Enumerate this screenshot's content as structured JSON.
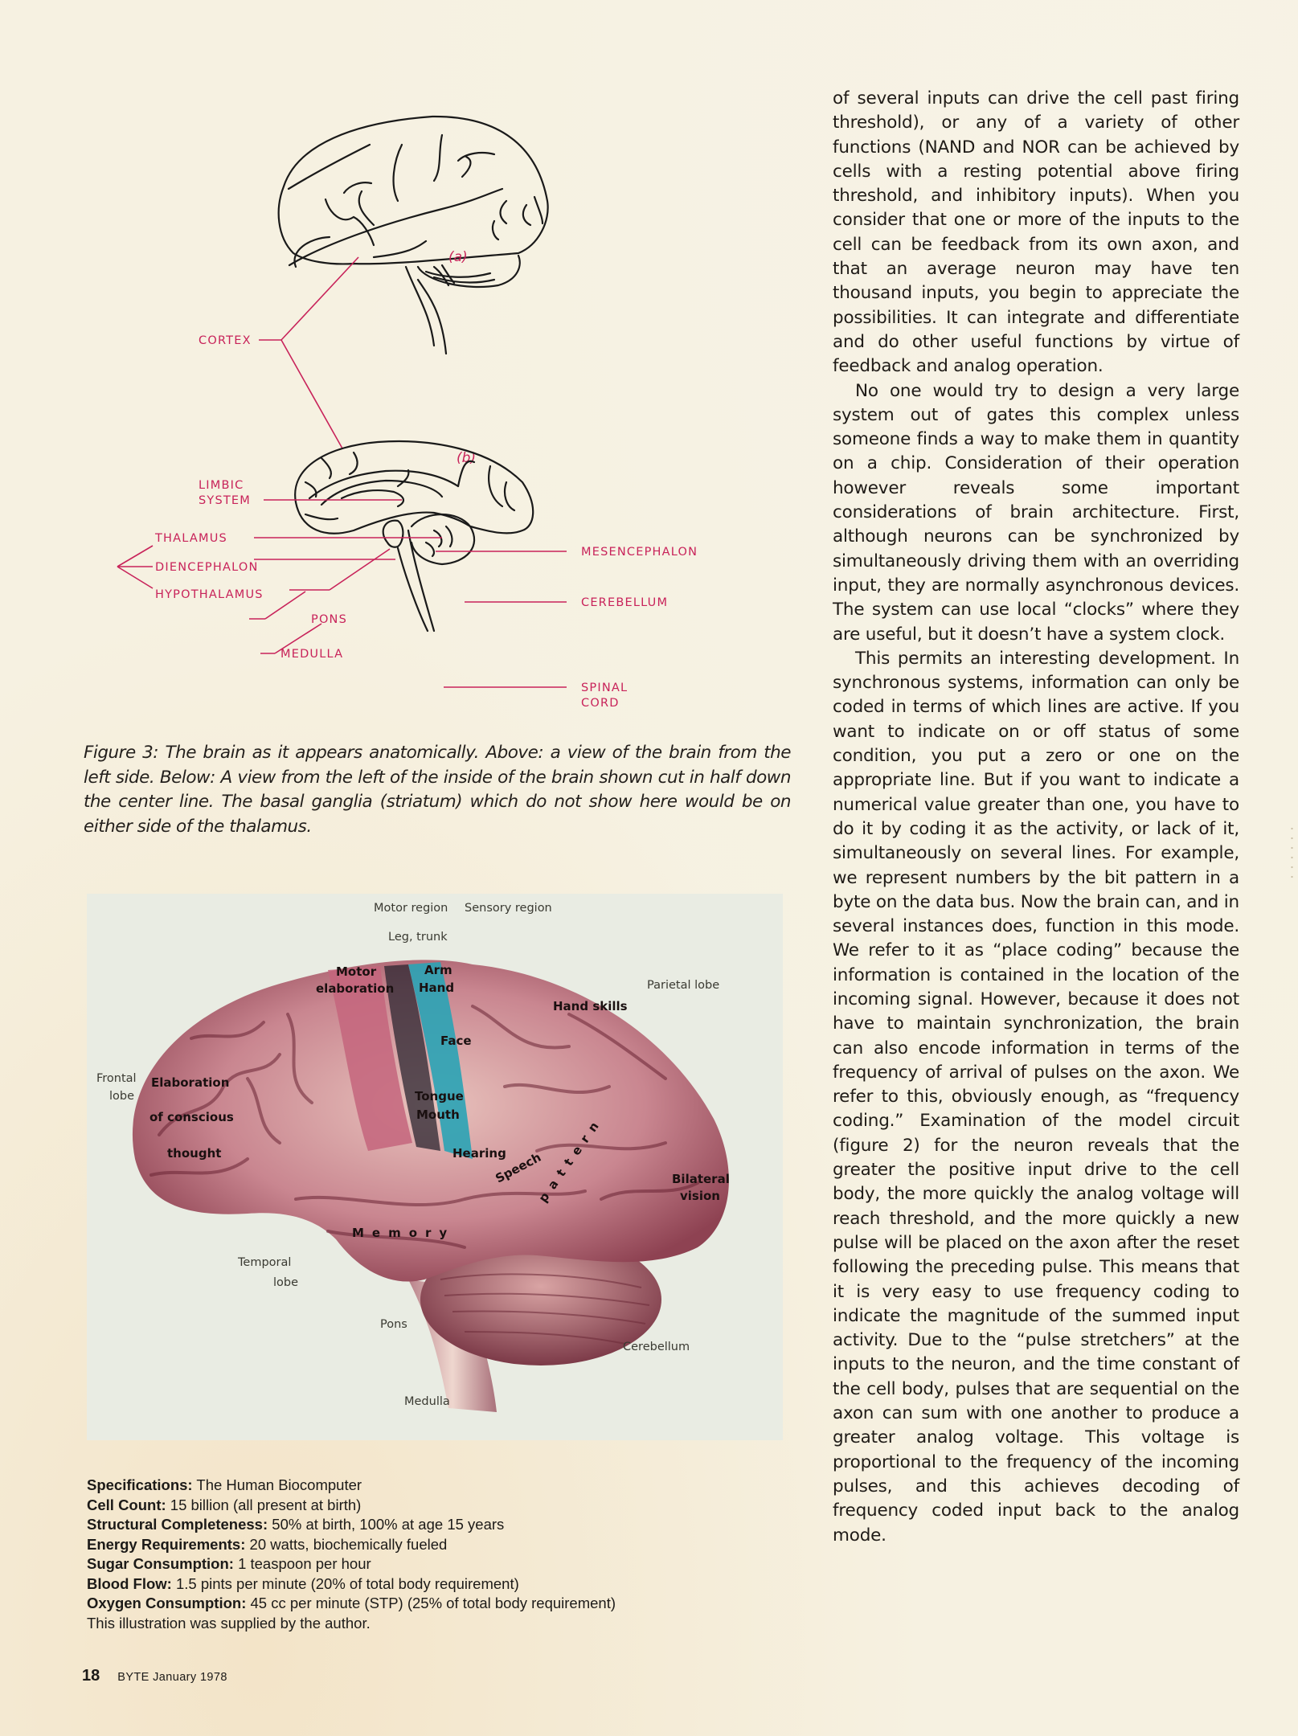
{
  "figure3": {
    "panel_a_label": "(a)",
    "panel_b_label": "(b)",
    "labels": {
      "cortex": "CORTEX",
      "limbic_line1": "LIMBIC",
      "limbic_line2": "SYSTEM",
      "thalamus": "THALAMUS",
      "diencephalon": "DIENCEPHALON",
      "hypothalamus": "HYPOTHALAMUS",
      "pons": "PONS",
      "medulla": "MEDULLA",
      "mesencephalon": "MESENCEPHALON",
      "cerebellum": "CEREBELLUM",
      "spinal_line1": "SPINAL",
      "spinal_line2": "CORD"
    },
    "label_color": "#c8235a",
    "caption": "Figure 3: The brain as it appears anatomically. Above: a view of the brain from the left side. Below: A view from the left of the inside of the brain shown cut in half down the center line. The basal ganglia (striatum) which do not show here would be on either side of the thalamus."
  },
  "photo": {
    "labels": {
      "motor_region": "Motor region",
      "sensory_region": "Sensory region",
      "leg_trunk": "Leg, trunk",
      "motor_elab_1": "Motor",
      "motor_elab_2": "elaboration",
      "arm": "Arm",
      "hand": "Hand",
      "parietal": "Parietal lobe",
      "hand_skills": "Hand skills",
      "face": "Face",
      "frontal_1": "Frontal",
      "frontal_2": "lobe",
      "elab_1": "Elaboration",
      "elab_2": "of conscious",
      "elab_3": "thought",
      "tongue": "Tongue",
      "mouth": "Mouth",
      "hearing": "Hearing",
      "speech": "Speech",
      "pattern": "pattern",
      "bilateral_1": "Bilateral",
      "bilateral_2": "vision",
      "memory": "Memory",
      "temporal_1": "Temporal",
      "temporal_2": "lobe",
      "pons": "Pons",
      "cerebellum": "Cerebellum",
      "medulla": "Medulla"
    },
    "motor_strip_color": "#c4657c",
    "sensory_strip_color": "#2aa3b5"
  },
  "specs": {
    "rows": [
      {
        "key": "Specifications:",
        "value": " The Human Biocomputer"
      },
      {
        "key": "Cell Count:",
        "value": " 15 billion (all present at birth)"
      },
      {
        "key": "Structural Completeness:",
        "value": " 50% at birth, 100% at age 15 years"
      },
      {
        "key": "Energy Requirements:",
        "value": " 20 watts, biochemically fueled"
      },
      {
        "key": "Sugar Consumption:",
        "value": " 1 teaspoon per hour"
      },
      {
        "key": "Blood Flow:",
        "value": " 1.5 pints per minute (20% of total body requirement)"
      },
      {
        "key": "Oxygen Consumption:",
        "value": " 45 cc per minute (STP) (25% of total body requirement)"
      }
    ],
    "credit": "This illustration was supplied by the author."
  },
  "footer": {
    "page_number": "18",
    "magazine": "BYTE January 1978"
  },
  "article": {
    "paragraphs": [
      "of several inputs can drive the cell past firing threshold), or any of a variety of other functions (NAND and NOR can be achieved by cells with a resting potential above firing threshold, and inhibitory inputs). When you consider that one or more of the inputs to the cell can be feedback from its own axon, and that an average neuron may have ten thousand inputs, you begin to appreciate the possibilities. It can integrate and differ­entiate and do other useful functions by virtue of feedback and analog operation.",
      "No one would try to design a very large system out of gates this complex unless someone finds a way to make them in quantity on a chip. Consideration of their operation however reveals some important considerations of brain architecture. First, although neurons can be synchronized by simultaneously driving them with an over­riding input, they are normally asynchro­nous devices. The system can use local “clocks” where they are useful, but it doesn’t have a system clock.",
      "This permits an interesting development. In synchronous systems, information can only be coded in terms of which lines are active. If you want to indicate on or off status of some condition, you put a zero or one on the appropriate line. But if you want to indicate a numerical value greater than one, you have to do it by coding it as the activity, or lack of it, simultaneously on several lines. For example, we represent numbers by the bit pattern in a byte on the data bus. Now the brain can, and in several instances does, function in this mode. We refer to it as “place coding” because the information is contained in the location of the incoming signal. However, because it does not have to maintain synchronization, the brain can also encode information in terms of the frequency of arrival of pulses on the axon. We refer to this, obviously enough, as “frequency coding.” Examina­tion of the model circuit (figure 2) for the neuron reveals that the greater the positive input drive to the cell body, the more quickly the analog voltage will reach thresh­old, and the more quickly a new pulse will be placed on the axon after the reset following the preceding pulse. This means that it is very easy to use frequency coding to indicate the magnitude of the summed input activity. Due to the “pulse stretchers” at the inputs to the neuron, and the time constant of the cell body, pulses that are sequential on the axon can sum with one another to produce a greater analog voltage. This voltage is proportional to the frequency of the incoming pulses, and this achieves decoding of frequency coded input back to the analog mode."
    ]
  }
}
